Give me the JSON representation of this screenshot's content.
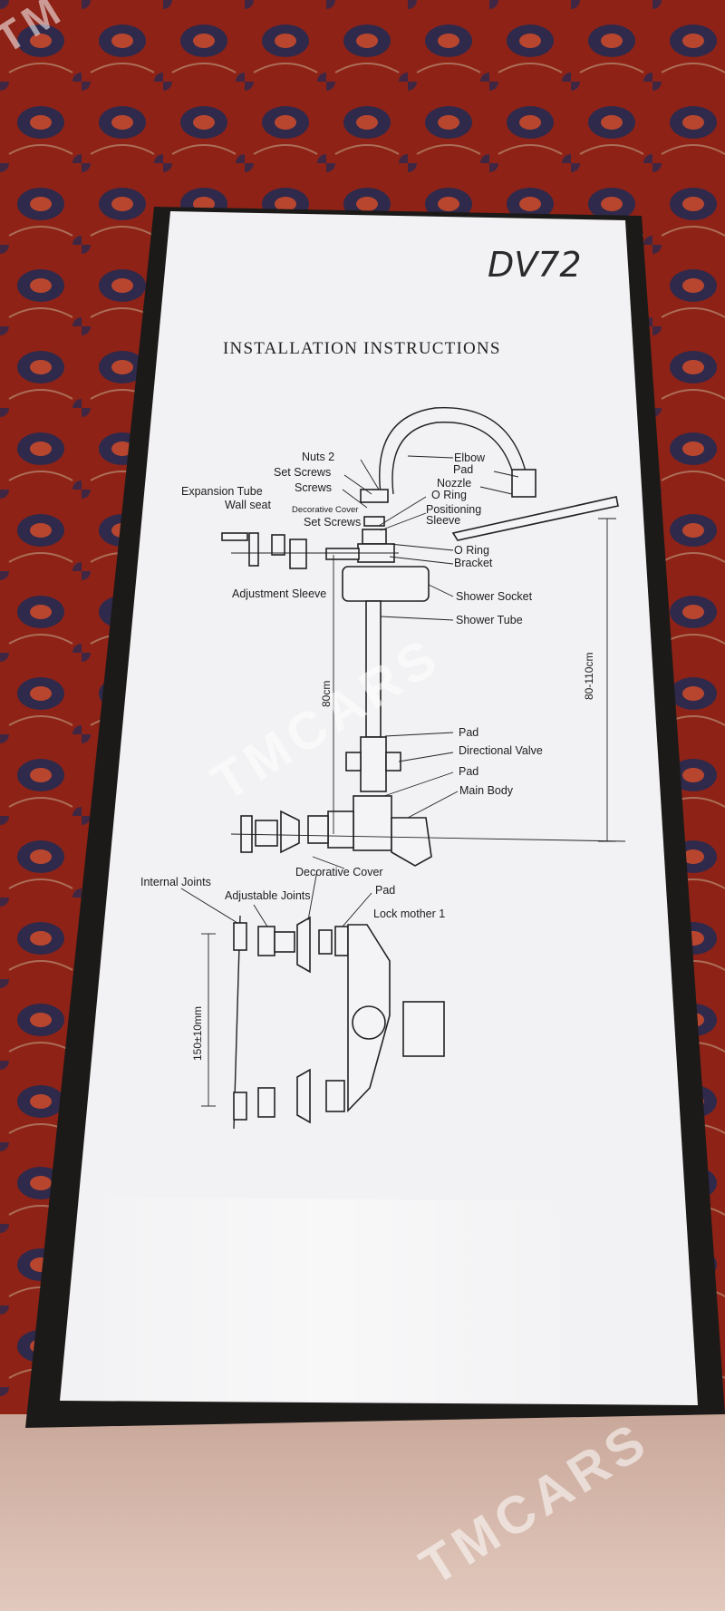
{
  "box": {
    "handwritten_code": "DV72",
    "title": "INSTALLATION INSTRUCTIONS"
  },
  "labels": {
    "nuts2": "Nuts 2",
    "set_screws_top": "Set Screws",
    "screws": "Screws",
    "expansion_tube": "Expansion Tube",
    "wall_seat": "Wall seat",
    "decorative_cover_small": "Decorative Cover",
    "set_screws": "Set Screws",
    "elbow": "Elbow",
    "pad_top": "Pad",
    "nozzle": "Nozzle",
    "o_ring_top": "O Ring",
    "positioning": "Positioning",
    "sleeve": "Sleeve",
    "o_ring": "O Ring",
    "bracket": "Bracket",
    "adjustment_sleeve": "Adjustment Sleeve",
    "shower_socket": "Shower Socket",
    "shower_tube": "Shower Tube",
    "pad_mid": "Pad",
    "directional_valve": "Directional Valve",
    "pad_low": "Pad",
    "main_body": "Main Body",
    "decorative_cover": "Decorative Cover",
    "internal_joints": "Internal Joints",
    "adjustable_joints": "Adjustable Joints",
    "pad_bottom": "Pad",
    "lock_mother": "Lock mother 1"
  },
  "dimensions": {
    "tube_length": "80cm",
    "height_range": "80-110cm",
    "inlet_spacing": "150±10mm"
  },
  "watermarks": [
    "TMCARS",
    "TMCARS",
    "TM"
  ],
  "colors": {
    "carpet": "#8e2216",
    "carpet_pattern": "#1e2a55",
    "box_paper": "#f2f2f4",
    "box_frame": "#1c1a18"
  }
}
